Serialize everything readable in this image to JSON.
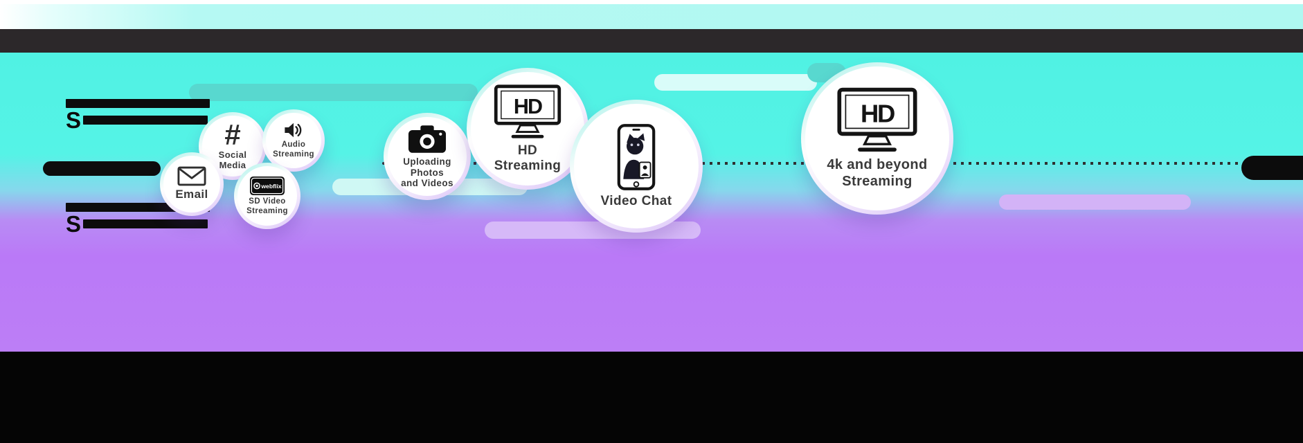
{
  "colors": {
    "cyan_bg": "#55f3e6",
    "purple_bg": "#ba79f7",
    "top_band": "#aff8f1",
    "dark_bar": "#2c282a",
    "footer": "#050505",
    "pill_teal": "#58d8cf",
    "pill_lavender": "#d6b9f8"
  },
  "tiers": [
    {
      "visible_text": "S"
    },
    {
      "visible_text": "S"
    }
  ],
  "bubbles": [
    {
      "id": "email",
      "icon": "envelope-icon",
      "label": "Email"
    },
    {
      "id": "social-media",
      "icon": "hashtag-icon",
      "icon_glyph": "#",
      "line1": "Social",
      "line2": "Media"
    },
    {
      "id": "audio-streaming",
      "icon": "speaker-icon",
      "line1": "Audio",
      "line2": "Streaming"
    },
    {
      "id": "sd-video-streaming",
      "icon": "video-player-icon",
      "brand": "webflix",
      "line1": "SD Video",
      "line2": "Streaming"
    },
    {
      "id": "uploading-photos-videos",
      "icon": "camera-icon",
      "line1": "Uploading Photos",
      "line2": "and Videos"
    },
    {
      "id": "hd-streaming",
      "icon": "tv-hd-icon",
      "tv_text": "HD",
      "line1": "HD",
      "line2": "Streaming"
    },
    {
      "id": "video-chat",
      "icon": "phone-video-call-icon",
      "label": "Video Chat"
    },
    {
      "id": "4k-streaming",
      "icon": "tv-hd-icon",
      "tv_text": "HD",
      "line1": "4k and beyond",
      "line2": "Streaming"
    }
  ]
}
